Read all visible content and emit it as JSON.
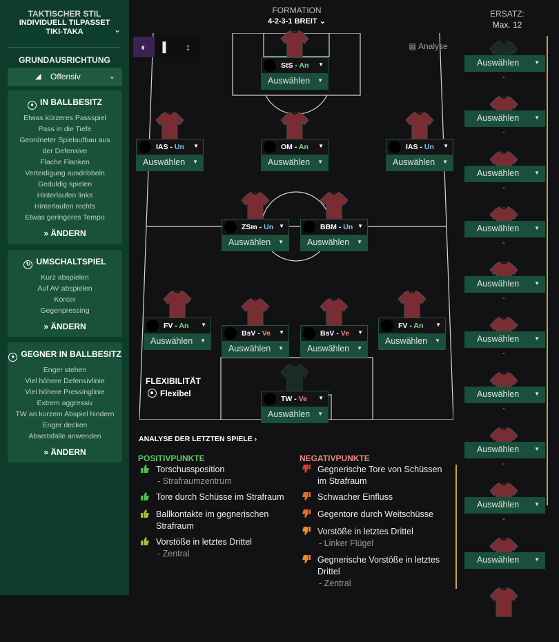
{
  "sidebar": {
    "style_title": "TAKTISCHER STIL",
    "style_line1": "INDIVIDUELL TILPASSET",
    "style_line2": "TIKI-TAKA",
    "grund_title": "GRUNDAUSRICHTUNG",
    "grund_value": "Offensiv",
    "panels": [
      {
        "title": "IN BALLBESITZ",
        "icon": "ball-icon",
        "items": [
          "Etwas kürzeres Passspiel",
          "Pass in die Tiefe",
          "Geordneter Spielaufbau aus",
          "der Defensive",
          "Flache Flanken",
          "Verteidigung ausdribbeln",
          "Geduldig spielen",
          "Hinterlaufen links",
          "Hinterlaufen rechts",
          "Etwas geringeres Tempo"
        ],
        "change": "ÄNDERN"
      },
      {
        "title": "UMSCHALTSPIEL",
        "icon": "transition-icon",
        "items": [
          "Kurz abspielen",
          "Auf AV abspielen",
          "Konter",
          "Gegenpressing"
        ],
        "change": "ÄNDERN"
      },
      {
        "title": "GEGNER IN BALLBESITZ",
        "icon": "opponent-ball-icon",
        "items": [
          "Enger stehen",
          "Viel höhere Defensivlinie",
          "Viel höhere Pressinglinie",
          "Extrem aggressiv",
          "TW an kurzem Abspiel hindern",
          "Enger decken",
          "Abseitsfalle anwenden"
        ],
        "change": "ÄNDERN"
      }
    ]
  },
  "formation": {
    "title": "FORMATION",
    "value": "4-2-3-1 BREIT"
  },
  "analyse_label": "Analyse",
  "select_label": "Auswählen",
  "players": [
    {
      "role": "StS",
      "duty": "An"
    },
    {
      "role": "IAS",
      "duty": "Un"
    },
    {
      "role": "OM",
      "duty": "An"
    },
    {
      "role": "IAS",
      "duty": "Un"
    },
    {
      "role": "ZSm",
      "duty": "Un"
    },
    {
      "role": "BBM",
      "duty": "Un"
    },
    {
      "role": "FV",
      "duty": "An"
    },
    {
      "role": "BsV",
      "duty": "Ve"
    },
    {
      "role": "BsV",
      "duty": "Ve"
    },
    {
      "role": "FV",
      "duty": "An"
    },
    {
      "role": "TW",
      "duty": "Ve"
    }
  ],
  "flexibility": {
    "title": "FLEXIBILITÄT",
    "value": "Flexibel"
  },
  "subs": {
    "title": "ERSATZ:",
    "max": "Max. 12",
    "dash": "-"
  },
  "analysis": {
    "title": "ANALYSE DER LETZTEN SPIELE",
    "positive_title": "POSITIVPUNKTE",
    "negative_title": "NEGATIVPUNKTE",
    "positive": [
      {
        "text": "Torschussposition",
        "sub": "- Strafraumzentrum",
        "color": "#4cbf4c"
      },
      {
        "text": "Tore durch Schüsse im Strafraum",
        "sub": "",
        "color": "#4cbf4c"
      },
      {
        "text": "Ballkontakte im gegnerischen Strafraum",
        "sub": "",
        "color": "#a9b93a"
      },
      {
        "text": "Vorstöße in letztes Drittel",
        "sub": "- Zentral",
        "color": "#a9b93a"
      }
    ],
    "negative": [
      {
        "text": "Gegnerische Tore von Schüssen im Strafraum",
        "sub": "",
        "color": "#e0392e"
      },
      {
        "text": "Schwacher Einfluss",
        "sub": "",
        "color": "#e8692e"
      },
      {
        "text": "Gegentore durch Weitschüsse",
        "sub": "",
        "color": "#e8692e"
      },
      {
        "text": "Vorstöße in letztes Drittel",
        "sub": "- Linker Flügel",
        "color": "#ee8a2a"
      },
      {
        "text": "Gegnerische Vorstöße in letztes Drittel",
        "sub": "- Zentral",
        "color": "#ee8a2a"
      }
    ]
  }
}
